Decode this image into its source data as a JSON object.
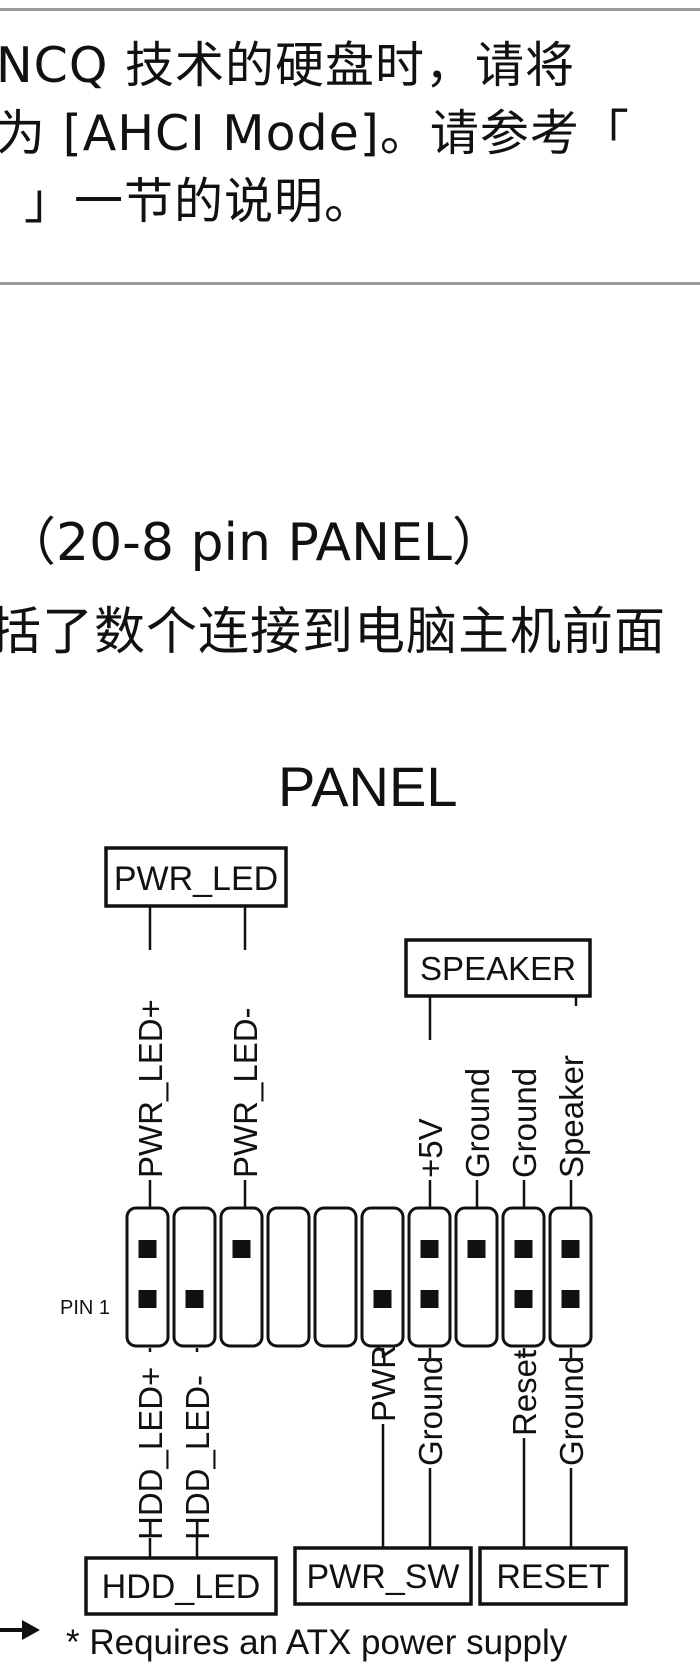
{
  "note": {
    "lines": [
      "NCQ 技术的硬盘时，请将",
      "为 [AHCI Mode]。请参考「",
      "」一节的说明。"
    ]
  },
  "section": {
    "heading": "（20-8 pin PANEL）",
    "intro": "括了数个连接到电脑主机前面"
  },
  "diagram": {
    "title": "PANEL",
    "pin1_label": "PIN 1",
    "footnote": "* Requires an ATX power supply",
    "top_groups": [
      "PWR_LED",
      "SPEAKER"
    ],
    "bottom_groups": [
      "HDD_LED",
      "PWR_SW",
      "RESET"
    ],
    "top_pins": [
      "PWR_LED+",
      "PWR_LED-",
      "+5V",
      "Ground",
      "Ground",
      "Speaker"
    ],
    "bottom_pins": [
      "HDD_LED+",
      "HDD_LED-",
      "PWR",
      "Ground",
      "Reset",
      "Ground"
    ]
  }
}
